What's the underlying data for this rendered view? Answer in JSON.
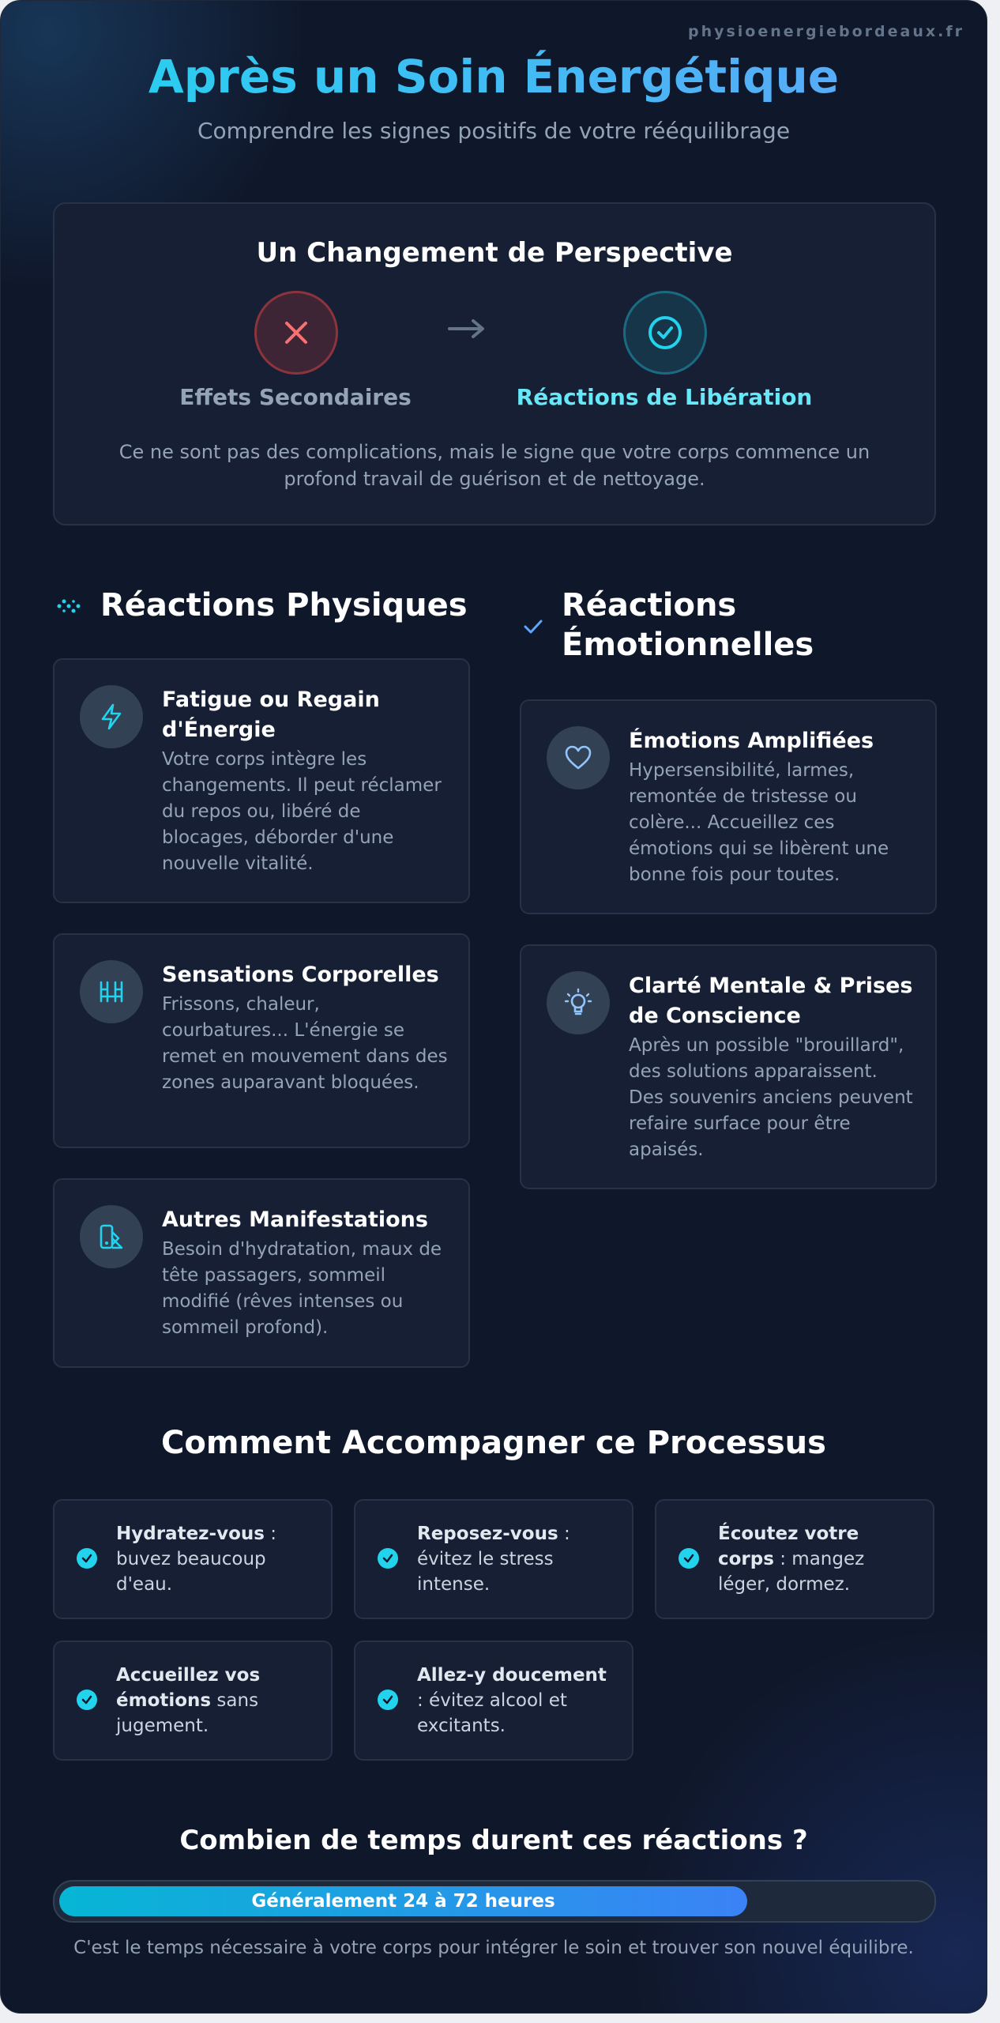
{
  "header": {
    "site": "physioenergiebordeaux.fr",
    "title": "Après un Soin Énergétique",
    "subtitle": "Comprendre les signes positifs de votre rééquilibrage"
  },
  "perspective": {
    "title": "Un Changement de Perspective",
    "from_label": "Effets Secondaires",
    "to_label": "Réactions de Libération",
    "text": "Ce ne sont pas des complications, mais le signe que votre corps commence un profond travail de guérison et de nettoyage.",
    "from_icon": "x-icon",
    "to_icon": "check-circle-icon"
  },
  "physical": {
    "heading": "Réactions Physiques",
    "icon": "pulse-dots-icon",
    "items": [
      {
        "icon": "lightning-icon",
        "title": "Fatigue ou Regain d'Énergie",
        "text": "Votre corps intègre les changements. Il peut réclamer du repos ou, libéré de blocages, déborder d'une nouvelle vitalité."
      },
      {
        "icon": "sensations-icon",
        "title": "Sensations Corporelles",
        "text": "Frissons, chaleur, courbatures... L'énergie se remet en mouvement dans des zones auparavant bloquées."
      },
      {
        "icon": "manifestations-icon",
        "title": "Autres Manifestations",
        "text": "Besoin d'hydratation, maux de tête passagers, sommeil modifié (rêves intenses ou sommeil profond)."
      }
    ]
  },
  "emotional": {
    "heading": "Réactions Émotionnelles",
    "icon": "check-icon",
    "items": [
      {
        "icon": "heart-icon",
        "title": "Émotions Amplifiées",
        "text": "Hypersensibilité, larmes, remontée de tristesse ou colère... Accueillez ces émotions qui se libèrent une bonne fois pour toutes."
      },
      {
        "icon": "lightbulb-icon",
        "title": "Clarté Mentale & Prises de Conscience",
        "text": "Après un possible \"brouillard\", des solutions apparaissent. Des souvenirs anciens peuvent refaire surface pour être apaisés."
      }
    ]
  },
  "accompany": {
    "title": "Comment Accompagner ce Processus",
    "tips": [
      {
        "bold": "Hydratez-vous",
        "rest": " : buvez beaucoup d'eau."
      },
      {
        "bold": "Reposez-vous",
        "rest": " : évitez le stress intense."
      },
      {
        "bold": "Écoutez votre corps",
        "rest": " : mangez léger, dormez."
      },
      {
        "bold": "Accueillez vos émotions",
        "rest": " sans jugement."
      },
      {
        "bold": "Allez-y doucement",
        "rest": " : évitez alcool et excitants."
      }
    ]
  },
  "duration": {
    "title": "Combien de temps durent ces réactions ?",
    "bar_label": "Généralement 24 à 72 heures",
    "fill_fraction": 0.79,
    "text": "C'est le temps nécessaire à votre corps pour intégrer le soin et trouver son nouvel équilibre."
  },
  "colors": {
    "background": "#0f172a",
    "accent_cyan": "#22d3ee",
    "accent_blue": "#3b82f6",
    "danger": "#ef4444"
  }
}
